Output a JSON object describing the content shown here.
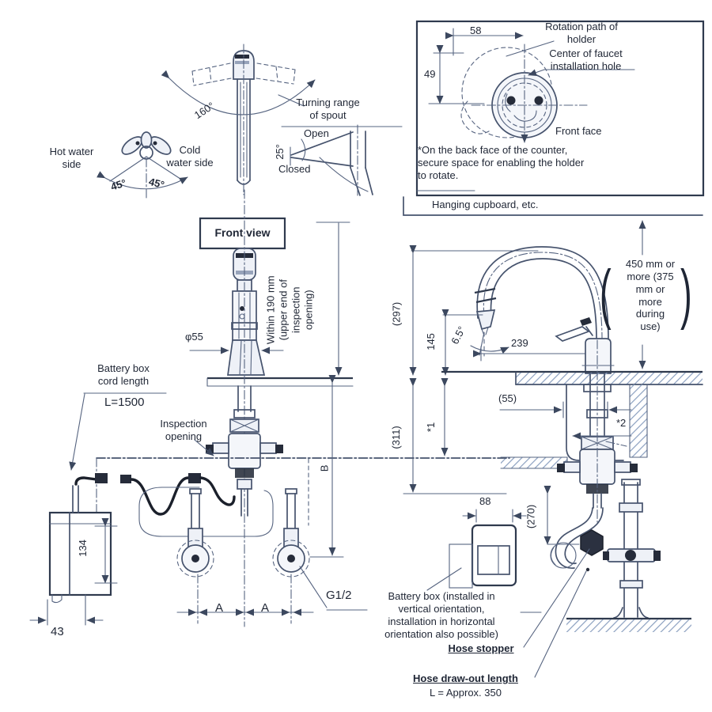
{
  "diagram": {
    "title": "Faucet installation drawing",
    "colors": {
      "line": "#46536d",
      "text": "#1f2635",
      "hatch": "#8195b5",
      "hose": "#1b202b"
    },
    "top_left": {
      "hot_water": "Hot water\nside",
      "cold_water": "Cold\nwater side",
      "angle_left": "45°",
      "angle_right": "45°"
    },
    "top_center": {
      "swivel_angle": "160°",
      "turning_range": "Turning range\nof spout",
      "open": "Open",
      "open_angle": "25°",
      "closed": "Closed"
    },
    "detail_box": {
      "rotation_path": "Rotation path of\nholder",
      "center_hole": "Center of faucet\ninstallation hole",
      "dim_width": "58",
      "dim_height": "49",
      "front_face": "Front face",
      "note": "*On the back face of the counter,\nsecure space for enabling the holder\nto rotate."
    },
    "side_view": {
      "hanging_cupboard": "Hanging cupboard, etc.",
      "clearance": "450 mm or\nmore (375\nmm or\nmore\nduring\nuse)",
      "paren_left": "(",
      "paren_right": ")",
      "dim_297": "(297)",
      "dim_145": "145",
      "spout_angle": "6.5°",
      "dim_239": "239",
      "dim_311": "(311)",
      "star_1": "*1",
      "dim_55": "(55)",
      "star_2": "*2",
      "dim_88": "88",
      "dim_270": "(270)",
      "battery_note": "Battery box (installed in\nvertical orientation,\ninstallation in horizontal\norientation also possible)",
      "hose_stopper": "Hose stopper",
      "hose_drawout_label": "Hose draw-out length",
      "hose_drawout_value": "L = Approx. 350"
    },
    "front_view": {
      "label": "Front view",
      "within_190": "Within 190 mm\n(upper end of\ninspection\nopening)",
      "phi_55": "φ55",
      "battery_cord_label": "Battery box\ncord length",
      "battery_cord_value": "L=1500",
      "inspection_opening": "Inspection\nopening",
      "dim_134": "134",
      "dim_43": "43",
      "dim_a1": "A",
      "dim_a2": "A",
      "dim_b": "B",
      "thread": "G1/2"
    }
  }
}
